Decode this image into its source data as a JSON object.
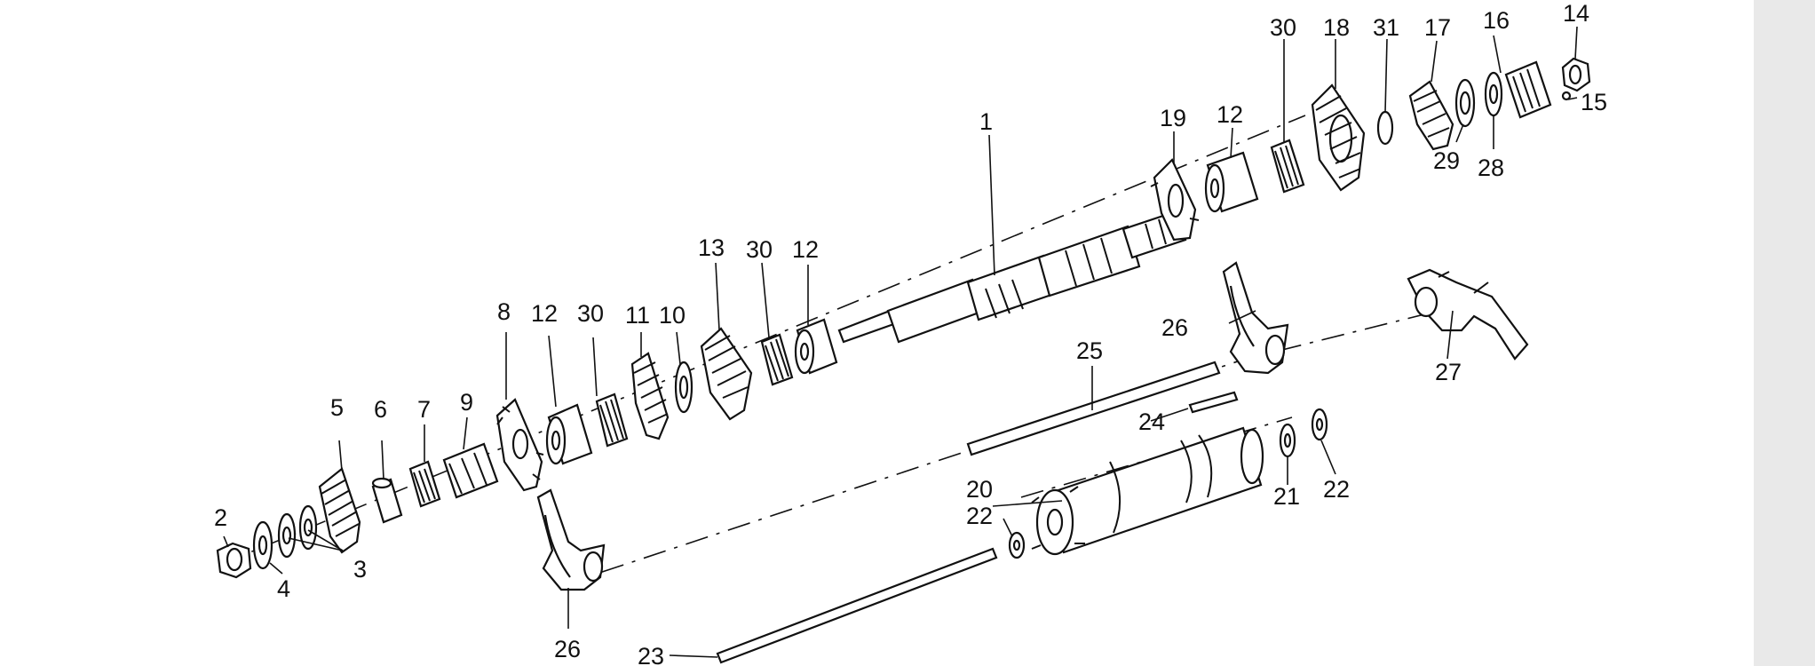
{
  "callouts": [
    {
      "id": "c1",
      "text": "1"
    },
    {
      "id": "c2",
      "text": "2"
    },
    {
      "id": "c3",
      "text": "3"
    },
    {
      "id": "c4",
      "text": "4"
    },
    {
      "id": "c5",
      "text": "5"
    },
    {
      "id": "c6",
      "text": "6"
    },
    {
      "id": "c7",
      "text": "7"
    },
    {
      "id": "c8",
      "text": "8"
    },
    {
      "id": "c9",
      "text": "9"
    },
    {
      "id": "c10",
      "text": "10"
    },
    {
      "id": "c11",
      "text": "11"
    },
    {
      "id": "c12a",
      "text": "12"
    },
    {
      "id": "c12b",
      "text": "12"
    },
    {
      "id": "c12c",
      "text": "12"
    },
    {
      "id": "c13",
      "text": "13"
    },
    {
      "id": "c14",
      "text": "14"
    },
    {
      "id": "c15",
      "text": "15"
    },
    {
      "id": "c16",
      "text": "16"
    },
    {
      "id": "c17",
      "text": "17"
    },
    {
      "id": "c18",
      "text": "18"
    },
    {
      "id": "c19",
      "text": "19"
    },
    {
      "id": "c20",
      "text": "20"
    },
    {
      "id": "c21",
      "text": "21"
    },
    {
      "id": "c22a",
      "text": "22"
    },
    {
      "id": "c22b",
      "text": "22"
    },
    {
      "id": "c23",
      "text": "23"
    },
    {
      "id": "c24",
      "text": "24"
    },
    {
      "id": "c25",
      "text": "25"
    },
    {
      "id": "c26a",
      "text": "26"
    },
    {
      "id": "c26b",
      "text": "26"
    },
    {
      "id": "c27",
      "text": "27"
    },
    {
      "id": "c28",
      "text": "28"
    },
    {
      "id": "c29",
      "text": "29"
    },
    {
      "id": "c30a",
      "text": "30"
    },
    {
      "id": "c30b",
      "text": "30"
    },
    {
      "id": "c30c",
      "text": "30"
    },
    {
      "id": "c31",
      "text": "31"
    }
  ]
}
